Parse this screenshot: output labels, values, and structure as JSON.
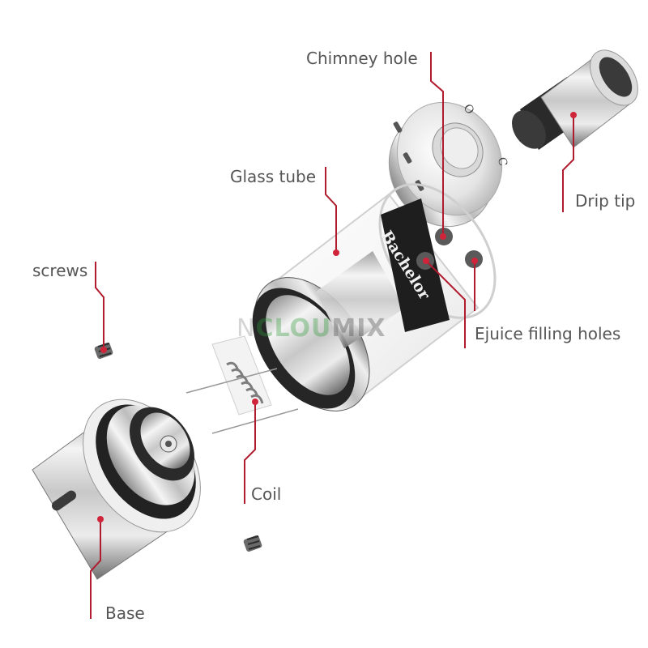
{
  "labels": {
    "chimney_hole": "Chimney hole",
    "glass_tube": "Glass tube",
    "drip_tip": "Drip tip",
    "screws": "screws",
    "ejuice_filling_holes": "Ejuice filling holes",
    "coil": "Coil",
    "base": "Base"
  },
  "engraving": {
    "brand": "Bachelor"
  },
  "watermark": {
    "prefix": "N",
    "part_a": "CLOU",
    "part_b": "MIX"
  },
  "colors": {
    "leader_line": "#b01b2e",
    "pin": "#d0243a",
    "steel_light": "#f2f2f2",
    "steel_dark": "#7a7a7a",
    "black_ring": "#1e1e1e",
    "label_text": "#555555"
  }
}
